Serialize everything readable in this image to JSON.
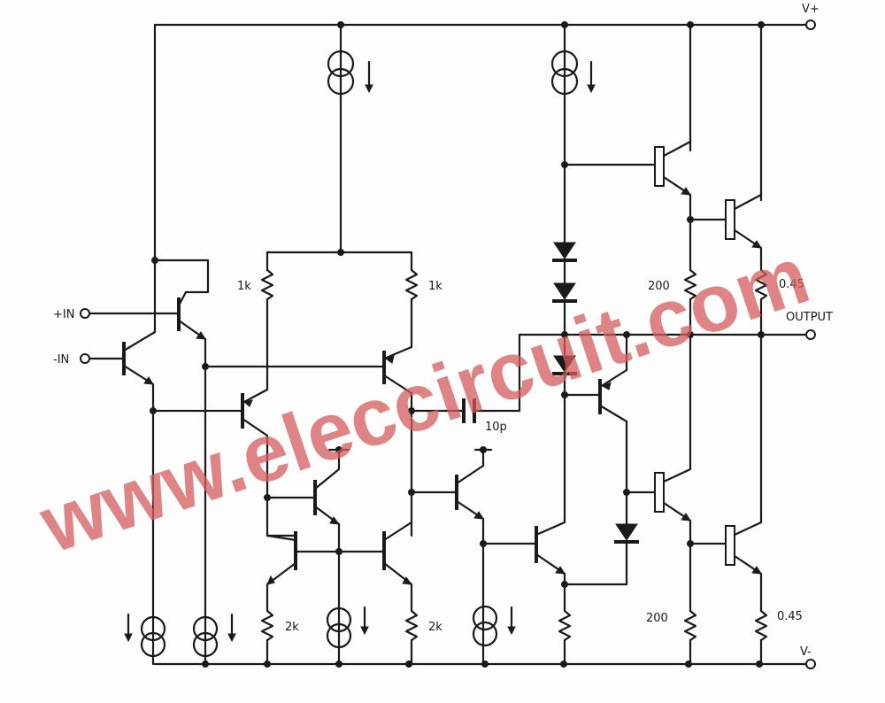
{
  "labels": {
    "vplus": "V+",
    "vminus": "V-",
    "plus_in": "+IN",
    "minus_in": "-IN",
    "output": "OUTPUT",
    "r1k_left": "1k",
    "r1k_right": "1k",
    "r2k_left": "2k",
    "r2k_right": "2k",
    "cap": "10p",
    "r200_top": "200",
    "r200_bottom": "200",
    "r045_top": "0.45",
    "r045_bottom": "0.45"
  },
  "watermark": {
    "text": "www.eleccircuit.com",
    "color": "#d65c5c"
  }
}
